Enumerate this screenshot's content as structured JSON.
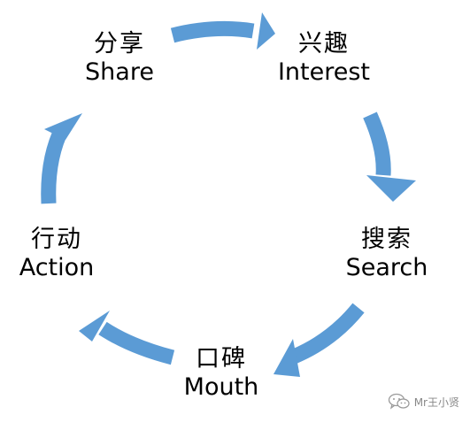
{
  "diagram": {
    "arrow_color": "#5B9BD5",
    "text_color": "#000000",
    "stages": [
      {
        "cn": "分享",
        "en": "Share"
      },
      {
        "cn": "兴趣",
        "en": "Interest"
      },
      {
        "cn": "搜索",
        "en": "Search"
      },
      {
        "cn": "口碑",
        "en": "Mouth"
      },
      {
        "cn": "行动",
        "en": "Action"
      }
    ]
  },
  "watermark": {
    "text": "Mr王小贤",
    "icon": "wechat-icon",
    "color": "#888888"
  }
}
